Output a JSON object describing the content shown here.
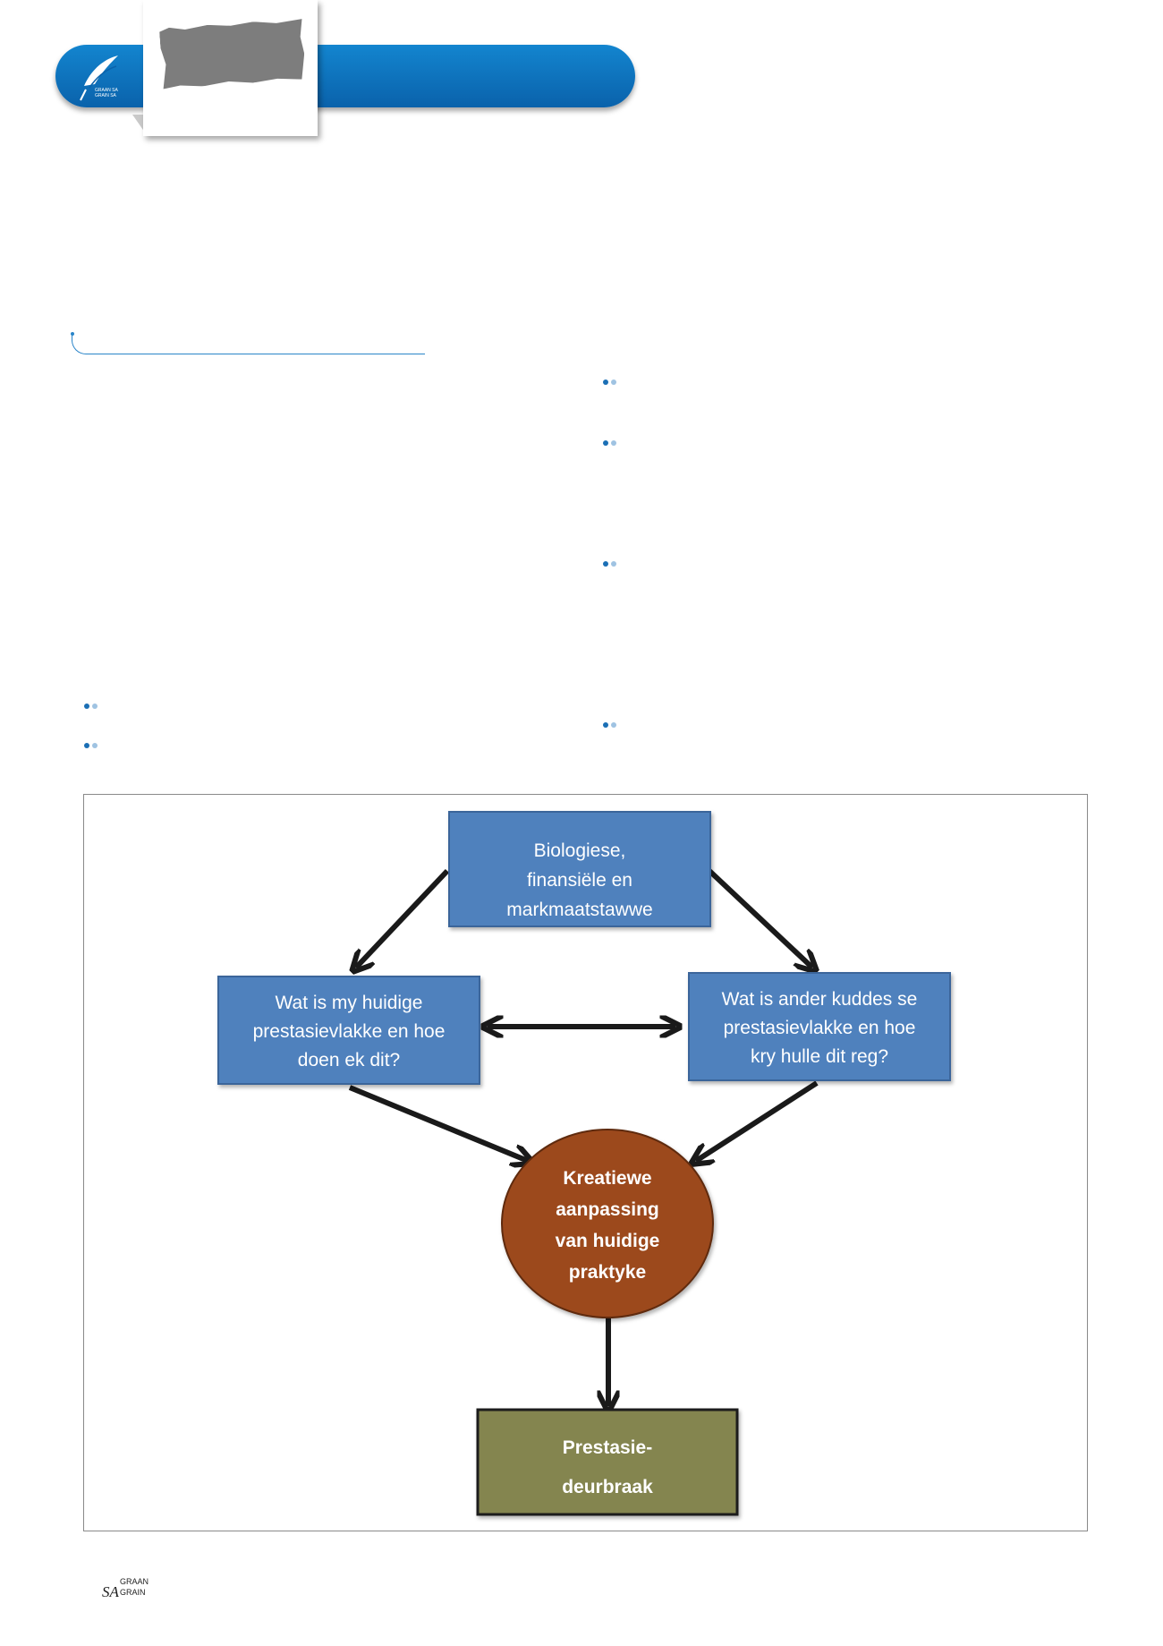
{
  "header": {
    "brand_color": "#0a62ab",
    "logo_icon": "grain-sa-feather-icon",
    "logo_text_line1": "GRAAN SA",
    "logo_text_line2": "GRAIN SA"
  },
  "diagram": {
    "box_color": "#4f81bd",
    "oval_color": "#9c4a1e",
    "result_color": "#848550",
    "top_box": [
      "Biologiese,",
      "finansiële en",
      "markmaatstawwe"
    ],
    "left_box": [
      "Wat is my huidige",
      "prestasievlakke en hoe",
      "doen ek dit?"
    ],
    "right_box": [
      "Wat is ander kuddes se",
      "prestasievlakke en hoe",
      "kry hulle dit reg?"
    ],
    "oval": [
      "Kreatiewe",
      "aanpassing",
      "van huidige",
      "praktyke"
    ],
    "result_box": [
      "Prestasie-",
      "deurbraak"
    ]
  },
  "footer": {
    "logo_sa": "SA",
    "logo_word1": "GRAAN",
    "logo_word2": "GRAIN"
  }
}
